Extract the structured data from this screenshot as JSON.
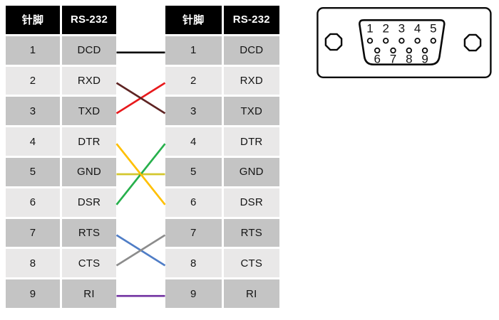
{
  "left_table": {
    "headers": [
      "针脚",
      "RS-232"
    ],
    "rows": [
      {
        "pin": "1",
        "signal": "DCD"
      },
      {
        "pin": "2",
        "signal": "RXD"
      },
      {
        "pin": "3",
        "signal": "TXD"
      },
      {
        "pin": "4",
        "signal": "DTR"
      },
      {
        "pin": "5",
        "signal": "GND"
      },
      {
        "pin": "6",
        "signal": "DSR"
      },
      {
        "pin": "7",
        "signal": "RTS"
      },
      {
        "pin": "8",
        "signal": "CTS"
      },
      {
        "pin": "9",
        "signal": "RI"
      }
    ]
  },
  "right_table": {
    "headers": [
      "针脚",
      "RS-232"
    ],
    "rows": [
      {
        "pin": "1",
        "signal": "DCD"
      },
      {
        "pin": "2",
        "signal": "RXD"
      },
      {
        "pin": "3",
        "signal": "TXD"
      },
      {
        "pin": "4",
        "signal": "DTR"
      },
      {
        "pin": "5",
        "signal": "GND"
      },
      {
        "pin": "6",
        "signal": "DSR"
      },
      {
        "pin": "7",
        "signal": "RTS"
      },
      {
        "pin": "8",
        "signal": "CTS"
      },
      {
        "pin": "9",
        "signal": "RI"
      }
    ]
  },
  "wires": [
    {
      "label": "DCD-DCD",
      "from": 1,
      "to": 1,
      "color": "#000000"
    },
    {
      "label": "TXD-RXD",
      "from": 3,
      "to": 2,
      "color": "#E8191C"
    },
    {
      "label": "RXD-TXD",
      "from": 2,
      "to": 3,
      "color": "#5E2423"
    },
    {
      "label": "GND-GND",
      "from": 5,
      "to": 5,
      "color": "#D4C72E"
    },
    {
      "label": "DSR-DTR",
      "from": 6,
      "to": 4,
      "color": "#27B04C"
    },
    {
      "label": "DTR-DSR",
      "from": 4,
      "to": 6,
      "color": "#FFC000"
    },
    {
      "label": "RTS-CTS",
      "from": 7,
      "to": 8,
      "color": "#4F7DC6"
    },
    {
      "label": "CTS-RTS",
      "from": 8,
      "to": 7,
      "color": "#8C8C8C"
    },
    {
      "label": "RI-RI",
      "from": 9,
      "to": 9,
      "color": "#7030A0"
    }
  ],
  "connector": {
    "top_pins": [
      "1",
      "2",
      "3",
      "4",
      "5"
    ],
    "bottom_pins": [
      "6",
      "7",
      "8",
      "9"
    ]
  },
  "colors": {
    "header_bg": "#000000",
    "header_text": "#FFFFFF",
    "row_dark": "#C4C4C4",
    "row_light": "#E9E8E8"
  }
}
